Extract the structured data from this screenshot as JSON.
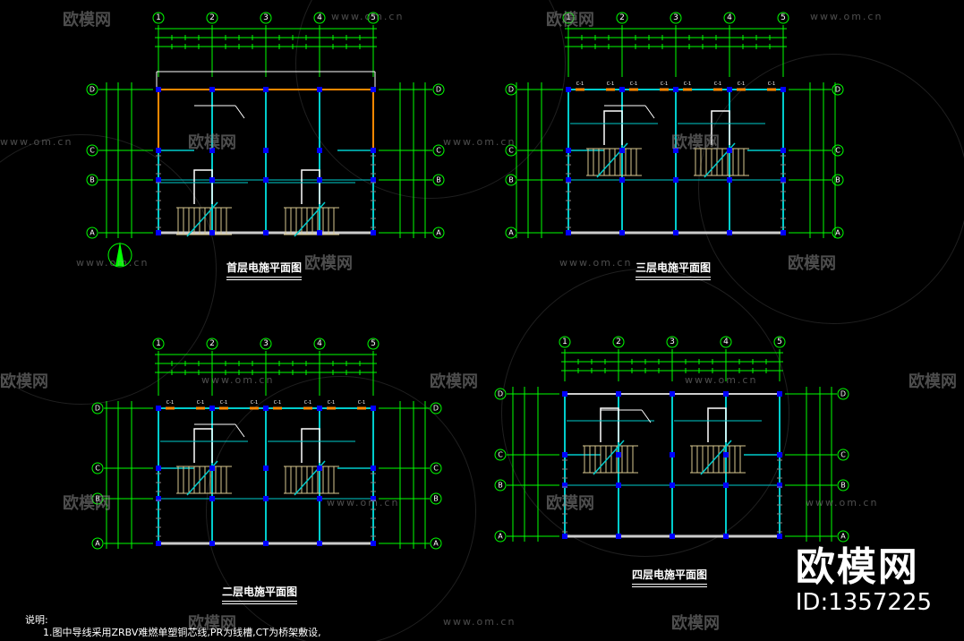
{
  "titles": {
    "plan1": "首层电施平面图",
    "plan2": "三层电施平面图",
    "plan3": "二层电施平面图",
    "plan4": "四层电施平面图"
  },
  "axes": {
    "columns": [
      "1",
      "2",
      "3",
      "4",
      "5"
    ],
    "rows": [
      "D",
      "C",
      "B",
      "A"
    ]
  },
  "notes": {
    "heading": "说明:",
    "item1": "1.图中导线采用ZRBV难燃单塑铜芯线,PR为线槽,CT为桥架敷设,"
  },
  "watermark": {
    "brand": "欧模网",
    "site": "www.om.cn",
    "id": "ID:1357225"
  },
  "colors": {
    "grid": "#00ff00",
    "wall": "#00cccc",
    "node": "#0000ff",
    "orange": "#ff8800",
    "stair": "#d8c890"
  }
}
